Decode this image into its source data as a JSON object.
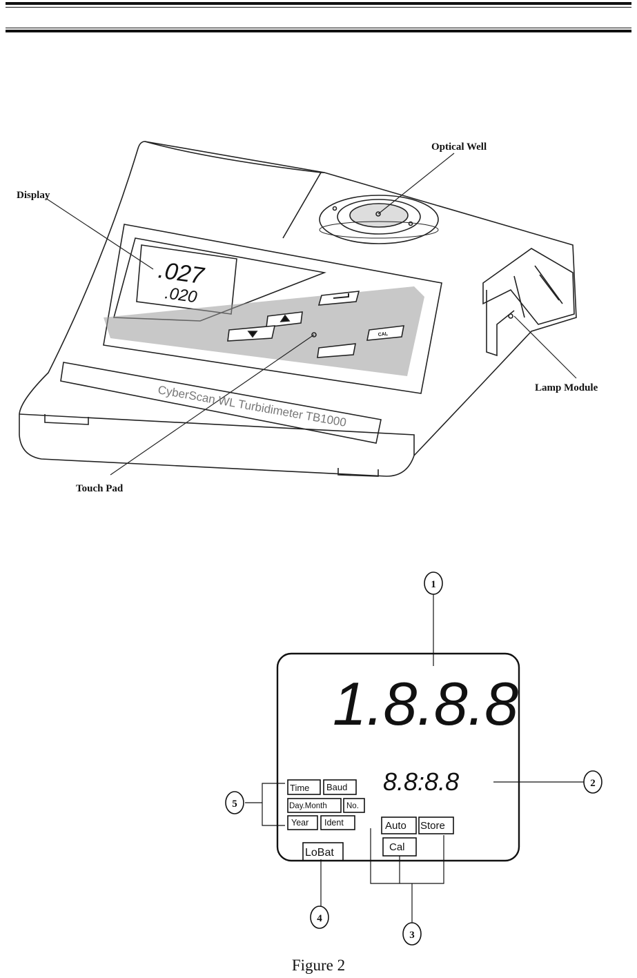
{
  "figure1": {
    "labels": {
      "display": "Display",
      "optical_well": "Optical Well",
      "lamp_module": "Lamp Module",
      "touch_pad": "Touch Pad"
    },
    "device_name": "CyberScan WL Turbidimeter TB1000",
    "device_display": {
      "main_reading": ".027",
      "sub_reading": ".020"
    },
    "keys": {
      "cal": "CAL"
    }
  },
  "figure2": {
    "main_digits": "1.8.8.8",
    "sub_digits": "8.8:8.8",
    "indicators": {
      "time": "Time",
      "baud": "Baud",
      "day_month": "Day.Month",
      "no": "No.",
      "year": "Year",
      "ident": "Ident",
      "auto": "Auto",
      "store": "Store",
      "cal": "Cal",
      "lobat": "LoBat"
    },
    "callouts": {
      "c1": "1",
      "c2": "2",
      "c3": "3",
      "c4": "4",
      "c5": "5"
    },
    "caption": "Figure 2"
  }
}
